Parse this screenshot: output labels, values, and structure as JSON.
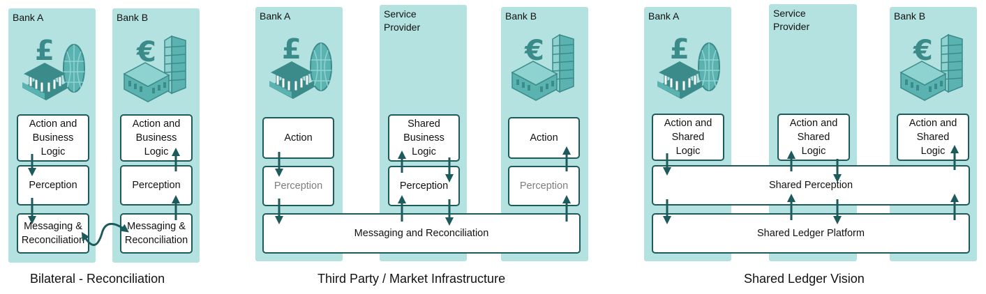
{
  "panels": [
    {
      "caption": "Bilateral - Reconciliation",
      "columns": [
        {
          "label": "Bank A",
          "boxes": [
            "Action and\nBusiness\nLogic",
            "Perception",
            "Messaging &\nReconciliation"
          ]
        },
        {
          "label": "Bank B",
          "boxes": [
            "Action and\nBusiness\nLogic",
            "Perception",
            "Messaging &\nReconciliation"
          ]
        }
      ]
    },
    {
      "caption": "Third Party / Market Infrastructure",
      "columns": [
        {
          "label": "Bank A",
          "boxes": [
            "Action",
            "Perception"
          ]
        },
        {
          "label": "Service\nProvider",
          "boxes": [
            "Shared\nBusiness\nLogic",
            "Perception"
          ]
        },
        {
          "label": "Bank B",
          "boxes": [
            "Action",
            "Perception"
          ]
        }
      ],
      "shared_boxes": [
        "Messaging and Reconciliation"
      ]
    },
    {
      "caption": "Shared Ledger Vision",
      "columns": [
        {
          "label": "Bank A",
          "boxes": [
            "Action and\nShared\nLogic"
          ]
        },
        {
          "label": "Service\nProvider",
          "boxes": [
            "Action and\nShared\nLogic"
          ]
        },
        {
          "label": "Bank B",
          "boxes": [
            "Action and\nShared\nLogic"
          ]
        }
      ],
      "shared_boxes": [
        "Shared Perception",
        "Shared Ledger Platform"
      ]
    }
  ],
  "icons": {
    "bank_a": "bank-euro-gherkin-icon",
    "bank_b": "bank-euro-tower-icon"
  },
  "colors": {
    "column_fill": "#b3e2e1",
    "box_border": "#1d5a5c",
    "arrow": "#1d5a5c",
    "icon_dark": "#3b8b8a",
    "icon_mid": "#5bb3b1",
    "icon_light": "#8fd3d1"
  }
}
